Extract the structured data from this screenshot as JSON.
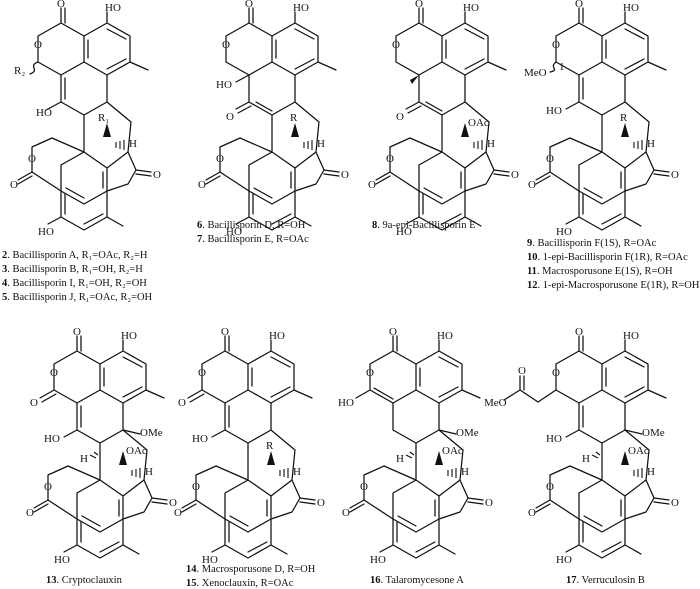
{
  "molecules": [
    {
      "id": "m2-5",
      "atoms": {
        "r2": "R₂",
        "r1": "R₁",
        "h": "H",
        "ho_top": "HO",
        "ho_mid": "HO",
        "ho_bot": "HO",
        "o1": "O",
        "o2": "O",
        "o3": "O",
        "o4": "O",
        "o5": "O"
      },
      "captions": [
        {
          "num": "2",
          "text": ". Bacillisporin A, R₁=OAc, R₂=H"
        },
        {
          "num": "3",
          "text": ". Bacillisporin B, R₁=OH, R₂=H"
        },
        {
          "num": "4",
          "text": ". Bacillisporin I, R₁=OH, R₂=OH"
        },
        {
          "num": "5",
          "text": ". Bacillisporin J, R₁=OAc, R₂=OH"
        }
      ]
    },
    {
      "id": "m6-7",
      "atoms": {
        "r": "R",
        "h": "H",
        "ho_top": "HO",
        "ho_mid": "HO",
        "ho_bot": "HO",
        "o1": "O",
        "o2": "O",
        "o3": "O",
        "o4": "O",
        "o5": "O",
        "o6": "O"
      },
      "captions": [
        {
          "num": "6",
          "text": ". Bacillisporin D, R=OH"
        },
        {
          "num": "7",
          "text": ". Bacillisporin E, R=OAc"
        }
      ]
    },
    {
      "id": "m8",
      "atoms": {
        "oac": "OAc",
        "h": "H",
        "ho_top": "HO",
        "ho_bot": "HO",
        "o1": "O",
        "o2": "O",
        "o3": "O",
        "o4": "O",
        "o5": "O",
        "o6": "O"
      },
      "captions": [
        {
          "num": "8",
          "text": ". 9a-epi-Bacillisporin E"
        }
      ]
    },
    {
      "id": "m9-12",
      "atoms": {
        "meo": "MeO",
        "one": "1",
        "r": "R",
        "h": "H",
        "ho_top": "HO",
        "ho_mid": "HO",
        "ho_bot": "HO",
        "o1": "O",
        "o2": "O",
        "o3": "O",
        "o4": "O",
        "o5": "O"
      },
      "captions": [
        {
          "num": "9",
          "text": ". Bacillisporin F(1S), R=OAc"
        },
        {
          "num": "10",
          "text": ". 1-epi-Bacillisporin F(1R), R=OAc"
        },
        {
          "num": "11",
          "text": ". Macrosporusone E(1S), R=OH"
        },
        {
          "num": "12",
          "text": ". 1-epi-Macrosporusone E(1R), R=OH"
        }
      ]
    },
    {
      "id": "m13",
      "atoms": {
        "ome": "OMe",
        "oac": "OAc",
        "h1": "H",
        "h2": "H",
        "ho_top": "HO",
        "ho_mid": "HO",
        "ho_bot": "HO",
        "o1": "O",
        "o2": "O",
        "o3": "O",
        "o4": "O",
        "o5": "O",
        "o6": "O"
      },
      "captions": [
        {
          "num": "13",
          "text": ". Cryptoclauxin"
        }
      ]
    },
    {
      "id": "m14-15",
      "atoms": {
        "r": "R",
        "h": "H",
        "ho_top": "HO",
        "ho_mid": "HO",
        "ho_bot": "HO",
        "o1": "O",
        "o2": "O",
        "o3": "O",
        "o4": "O",
        "o5": "O",
        "o6": "O"
      },
      "captions": [
        {
          "num": "14",
          "text": ". Macrosporusone D, R=OH"
        },
        {
          "num": "15",
          "text": ". Xenoclauxin, R=OAc"
        }
      ]
    },
    {
      "id": "m16",
      "atoms": {
        "ome": "OMe",
        "oac": "OAc",
        "h1": "H",
        "h2": "H",
        "ho_top": "HO",
        "ho_mid": "HO",
        "ho_bot": "HO",
        "o1": "O",
        "o2": "O",
        "o3": "O",
        "o4": "O",
        "o5": "O"
      },
      "captions": [
        {
          "num": "16",
          "text": ". Talaromycesone A"
        }
      ]
    },
    {
      "id": "m17",
      "atoms": {
        "meo": "MeO",
        "ome": "OMe",
        "oac": "OAc",
        "h1": "H",
        "h2": "H",
        "ho_top": "HO",
        "ho_mid": "HO",
        "ho_bot": "HO",
        "o1": "O",
        "o2": "O",
        "o3": "O",
        "o4": "O",
        "o5": "O",
        "o6": "O"
      },
      "captions": [
        {
          "num": "17",
          "text": ". Verruculosin B"
        }
      ]
    }
  ]
}
